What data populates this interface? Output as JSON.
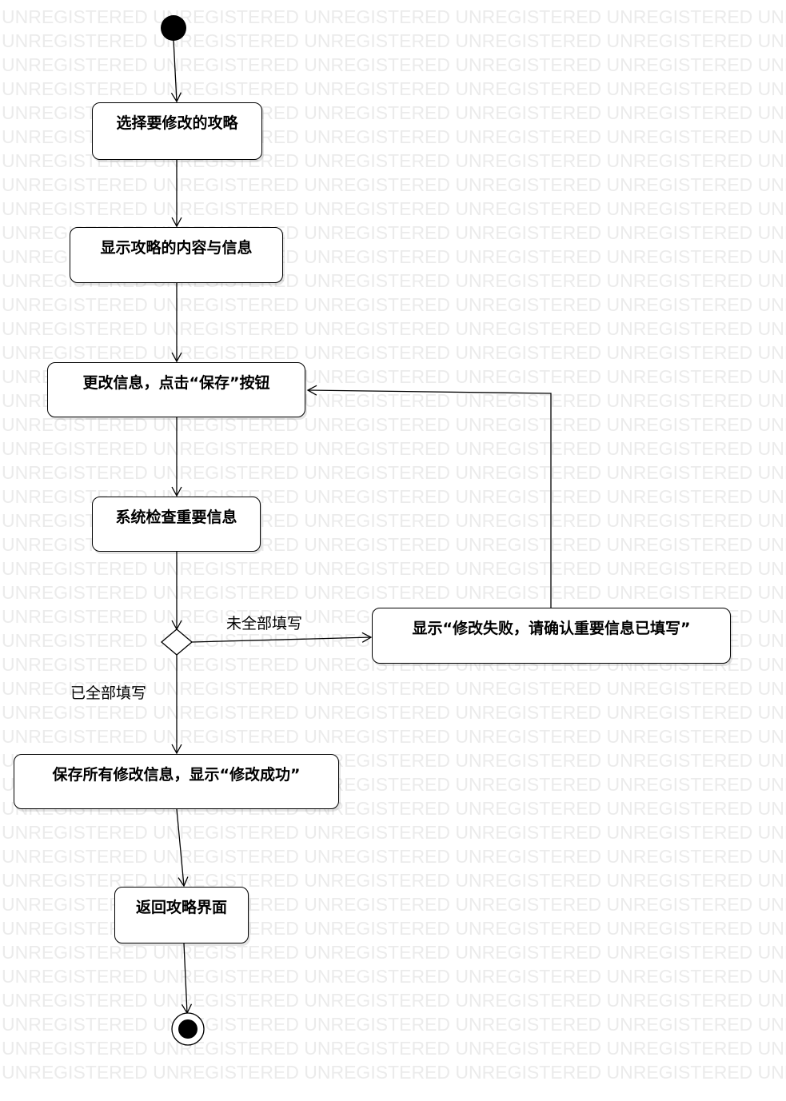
{
  "watermark_text": "UNREGISTERED",
  "diagram": {
    "type": "uml-activity",
    "actions": {
      "select_guide": "选择要修改的攻略",
      "show_content": "显示攻略的内容与信息",
      "edit_save": "更改信息，点击“保存”按钮",
      "system_check": "系统检查重要信息",
      "show_failure": "显示“修改失败，请确认重要信息已填写”",
      "save_all": "保存所有修改信息，显示“修改成功”",
      "return_page": "返回攻略界面"
    },
    "guards": {
      "not_all_filled": "未全部填写",
      "all_filled": "已全部填写"
    }
  }
}
